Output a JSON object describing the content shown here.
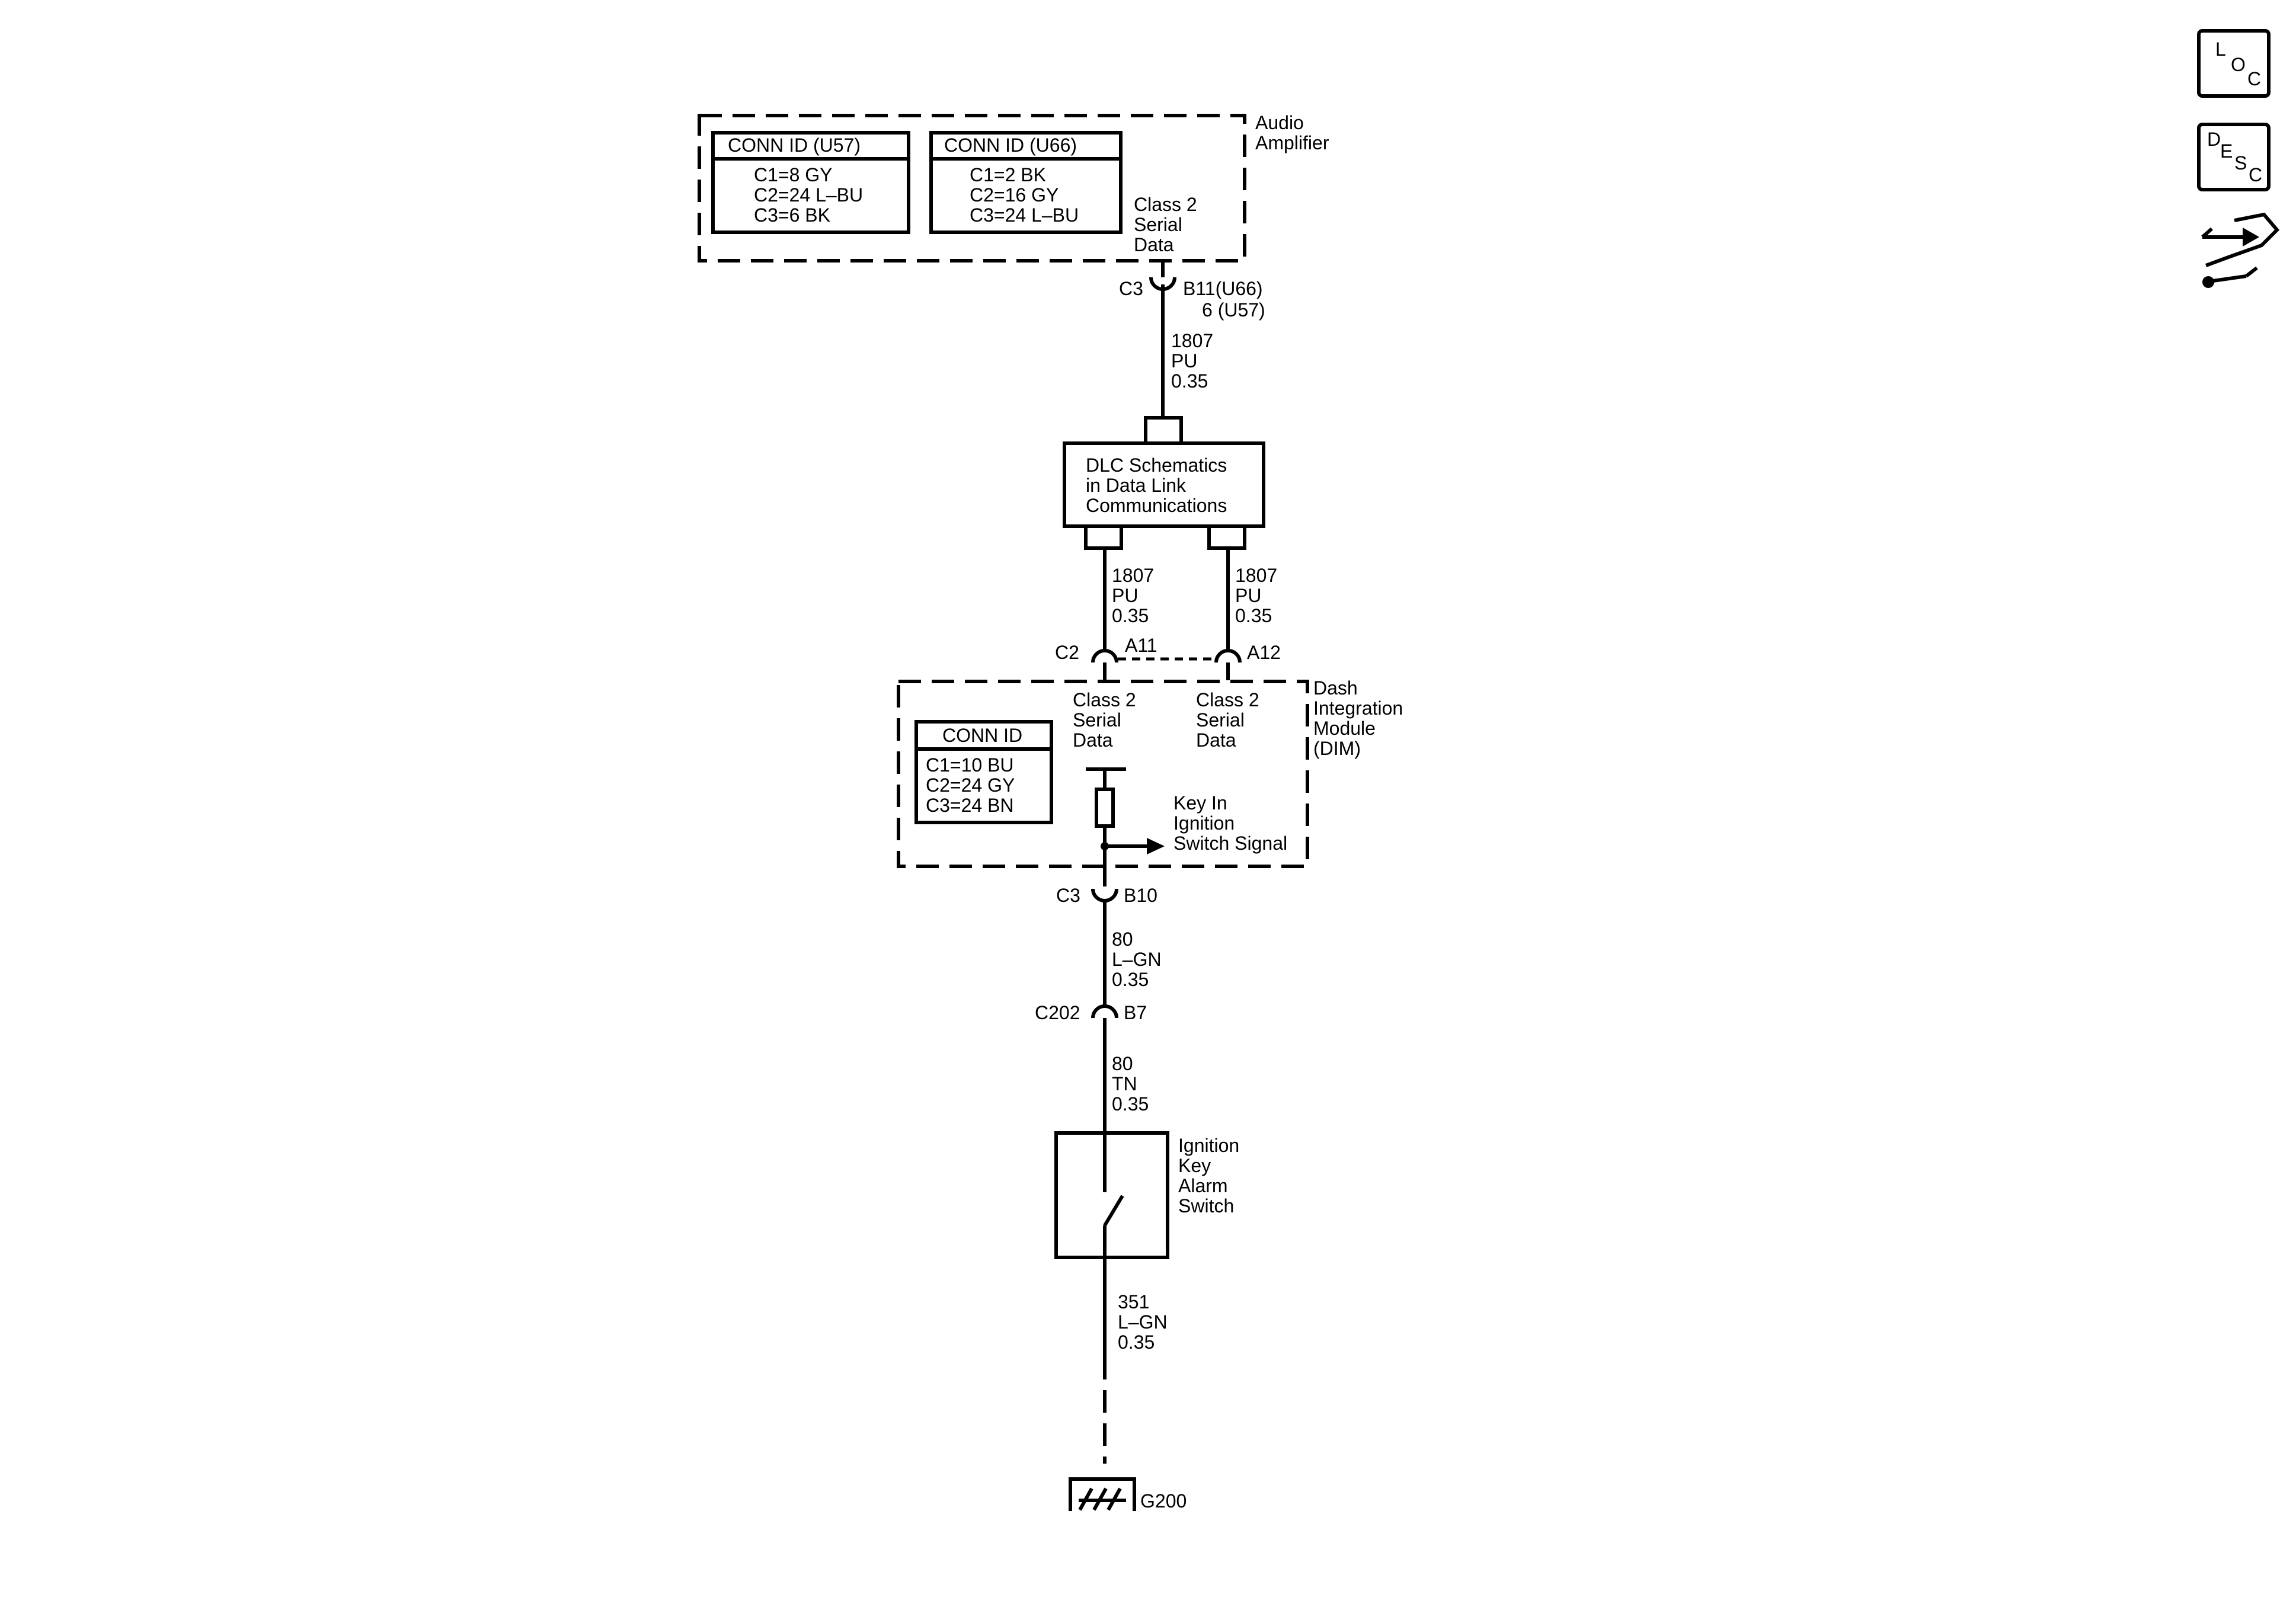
{
  "audio_amplifier": {
    "label_lines": [
      "Audio",
      "Amplifier"
    ],
    "conn_u57": {
      "title": "CONN ID (U57)",
      "lines": [
        "C1=8 GY",
        "C2=24 L–BU",
        "C3=6 BK"
      ]
    },
    "conn_u66": {
      "title": "CONN ID (U66)",
      "lines": [
        "C1=2 BK",
        "C2=16 GY",
        "C3=24 L–BU"
      ]
    },
    "pin_label_lines": [
      "Class 2",
      "Serial",
      "Data"
    ]
  },
  "amp_connector": {
    "name": "C3",
    "pin_u66": "B11(U66)",
    "pin_u57": "6 (U57)"
  },
  "wire_amp_dlc": {
    "circuit": "1807",
    "color": "PU",
    "size": "0.35"
  },
  "dlc_box": {
    "lines": [
      "DLC Schematics",
      "in Data Link",
      "Communications"
    ]
  },
  "wire_dlc_a11": {
    "circuit": "1807",
    "color": "PU",
    "size": "0.35"
  },
  "wire_dlc_a12": {
    "circuit": "1807",
    "color": "PU",
    "size": "0.35"
  },
  "dim_connector_top": {
    "name": "C2",
    "pin_a11": "A11",
    "pin_a12": "A12"
  },
  "dim": {
    "label_lines": [
      "Dash",
      "Integration",
      "Module",
      "(DIM)"
    ],
    "pin_a11_lines": [
      "Class 2",
      "Serial",
      "Data"
    ],
    "pin_a12_lines": [
      "Class 2",
      "Serial",
      "Data"
    ],
    "conn": {
      "title": "CONN ID",
      "lines": [
        "C1=10 BU",
        "C2=24 GY",
        "C3=24 BN"
      ]
    },
    "signal_lines": [
      "Key In",
      "Ignition",
      "Switch Signal"
    ]
  },
  "dim_connector_bottom": {
    "name": "C3",
    "pin": "B10"
  },
  "wire_dim_c202": {
    "circuit": "80",
    "color": "L–GN",
    "size": "0.35"
  },
  "inline_connector": {
    "name": "C202",
    "pin": "B7"
  },
  "wire_c202_switch": {
    "circuit": "80",
    "color": "TN",
    "size": "0.35"
  },
  "switch": {
    "label_lines": [
      "Ignition",
      "Key",
      "Alarm",
      "Switch"
    ]
  },
  "wire_switch_ground": {
    "circuit": "351",
    "color": "L–GN",
    "size": "0.35"
  },
  "ground": {
    "name": "G200"
  },
  "side_icons": {
    "loc": {
      "icon": "location-icon",
      "letters": [
        "L",
        "O",
        "C"
      ]
    },
    "desc": {
      "icon": "description-icon",
      "letters": [
        "D",
        "E",
        "S",
        "C"
      ]
    },
    "tools": {
      "icon": "connector-tools-icon"
    }
  }
}
